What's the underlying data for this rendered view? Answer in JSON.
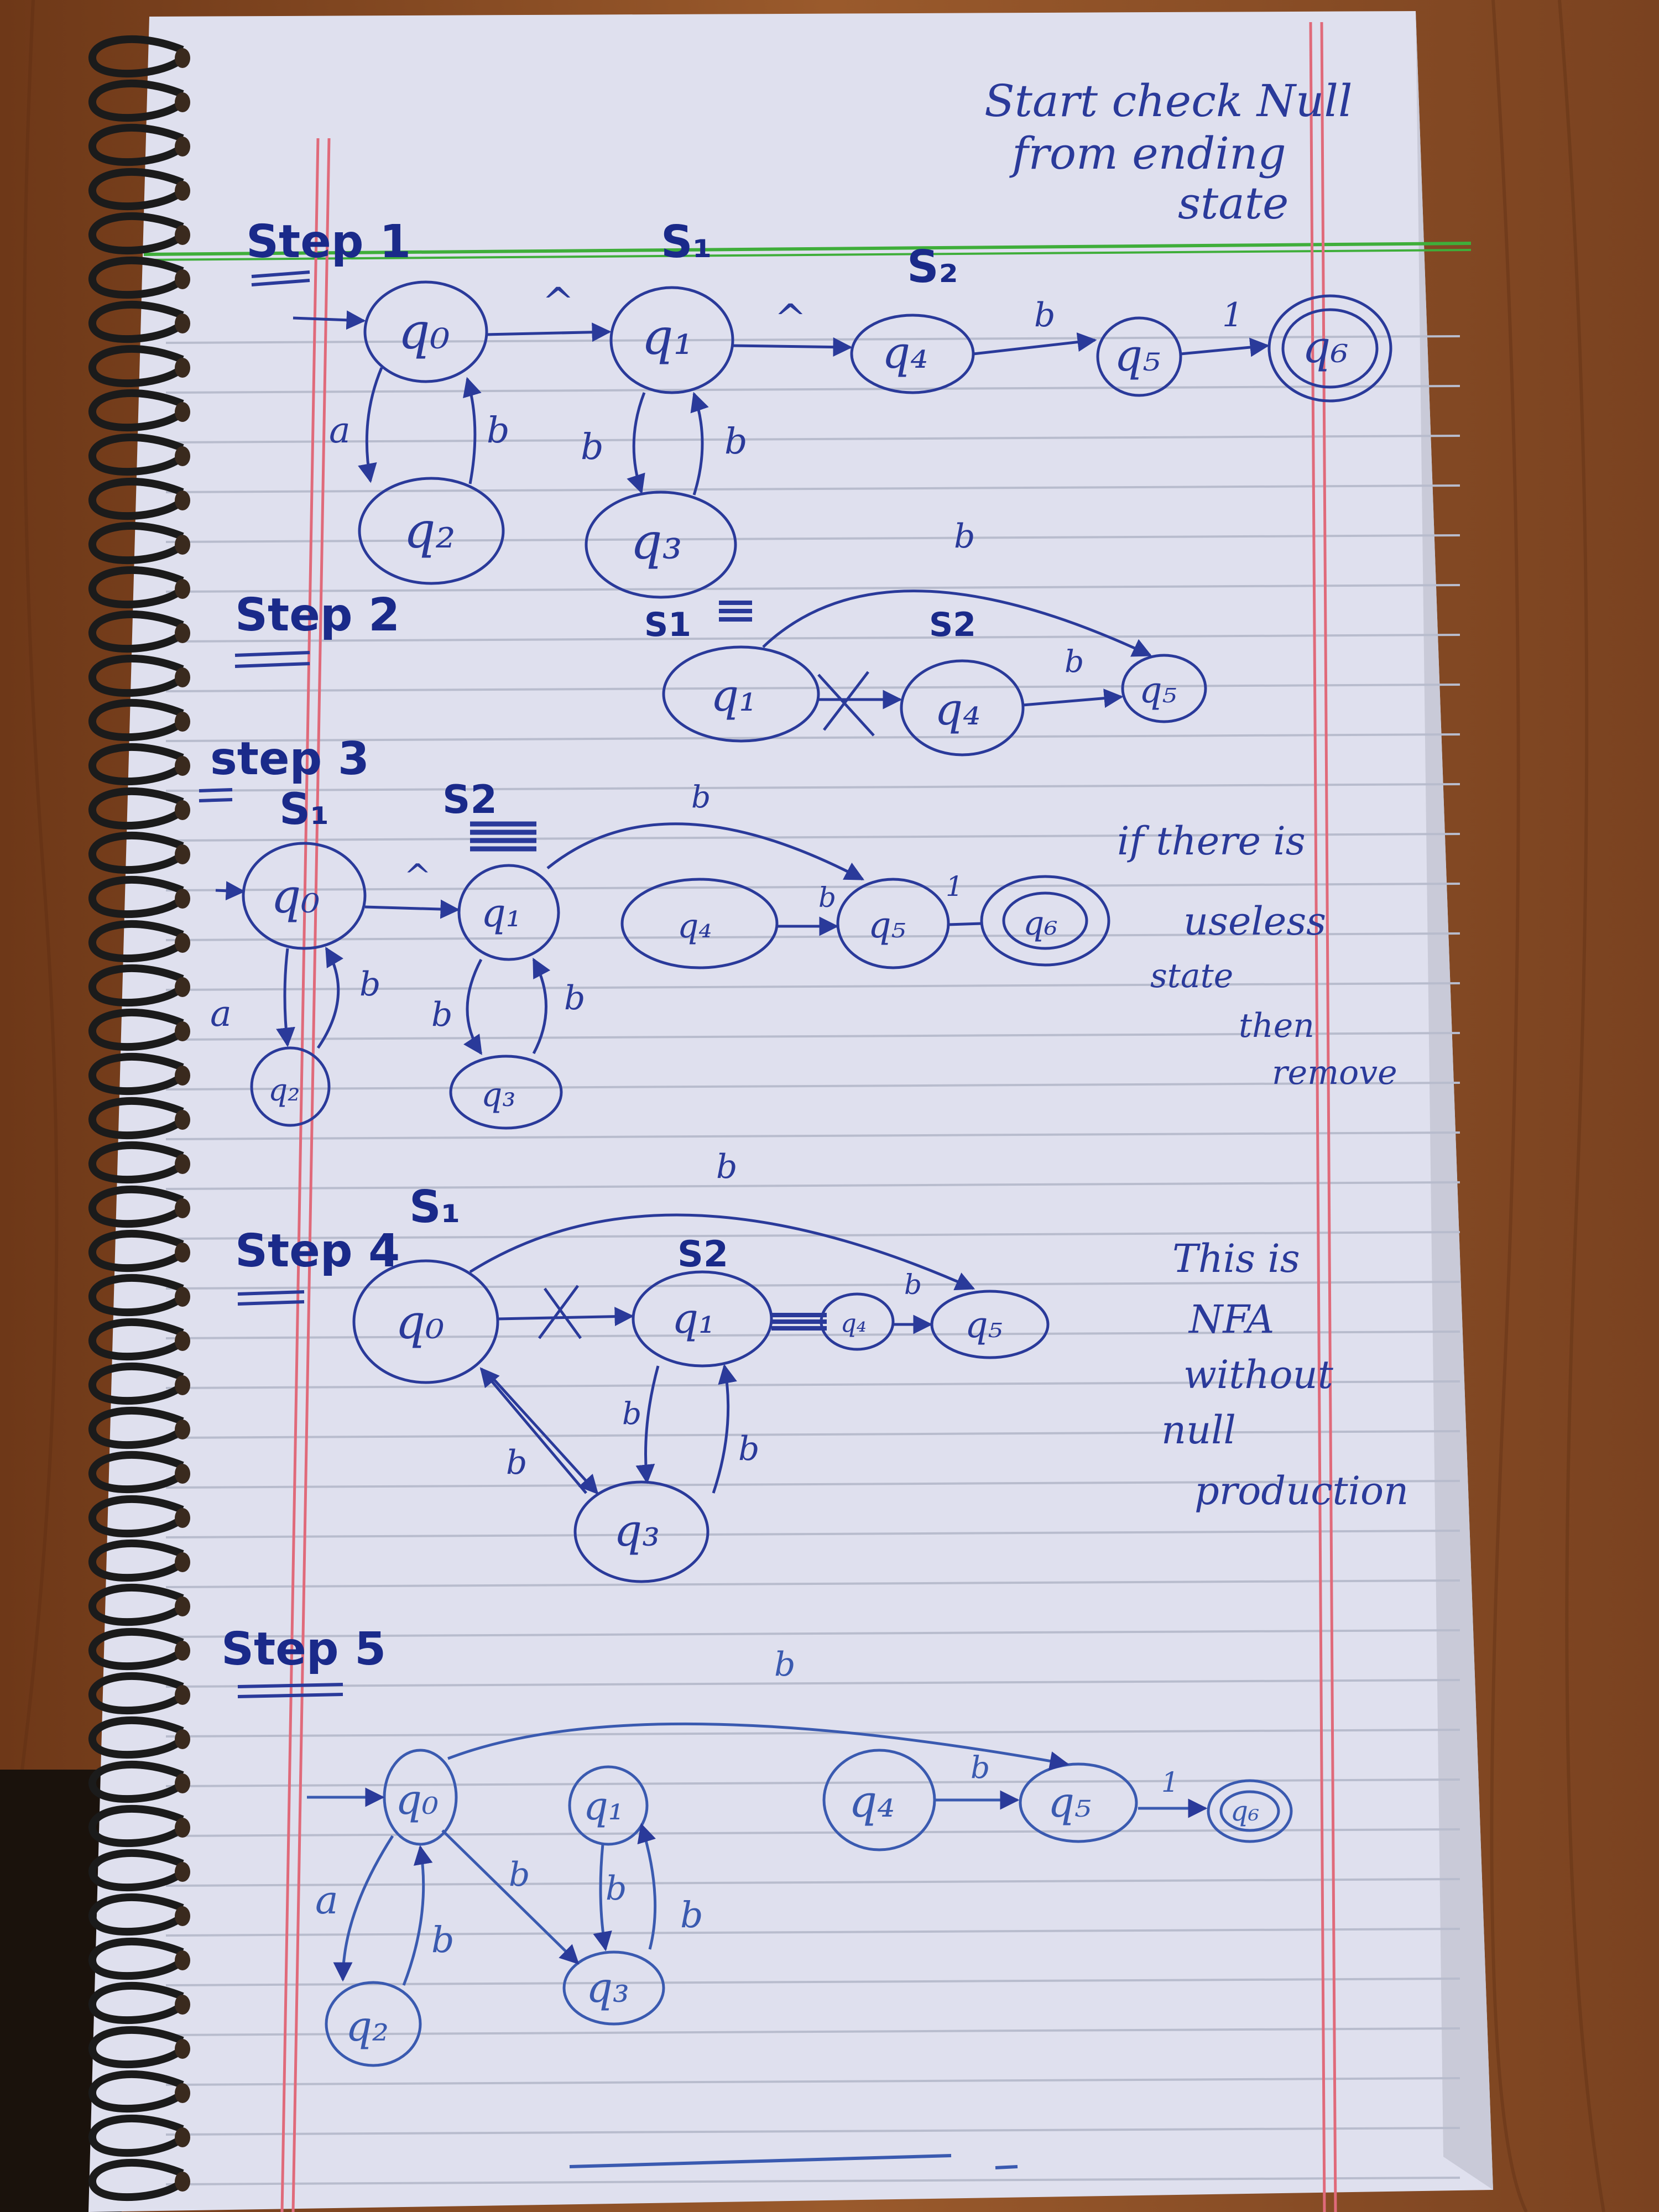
{
  "note_top": [
    "Start check Null",
    "from ending",
    "state"
  ],
  "steps": {
    "step1": "Step 1",
    "step2": "Step 2",
    "step3": "step 3",
    "step4": "Step 4",
    "step5": "Step 5"
  },
  "set_labels": {
    "s1": "S₁",
    "s2": "S₂",
    "S1": "S1",
    "S2": "S2"
  },
  "states": {
    "q0": "q₀",
    "q1": "q₁",
    "q2": "q₂",
    "q3": "q₃",
    "q4": "q₄",
    "q5": "q₅",
    "q6": "q₆"
  },
  "symbols": {
    "a": "a",
    "b": "b",
    "null": "^",
    "one": "1"
  },
  "note_step3": [
    "if there is",
    "useless",
    "state",
    "then",
    "remove"
  ],
  "note_step4": [
    "This is",
    "NFA",
    "without",
    "null",
    "production"
  ],
  "colors": {
    "ink": "#2a3a9a",
    "ink_light": "#3a5ab0",
    "paper": "#dfe0ee",
    "margin": "#e06a7a",
    "rule": "#b8bccd",
    "green": "#3fae3a"
  }
}
